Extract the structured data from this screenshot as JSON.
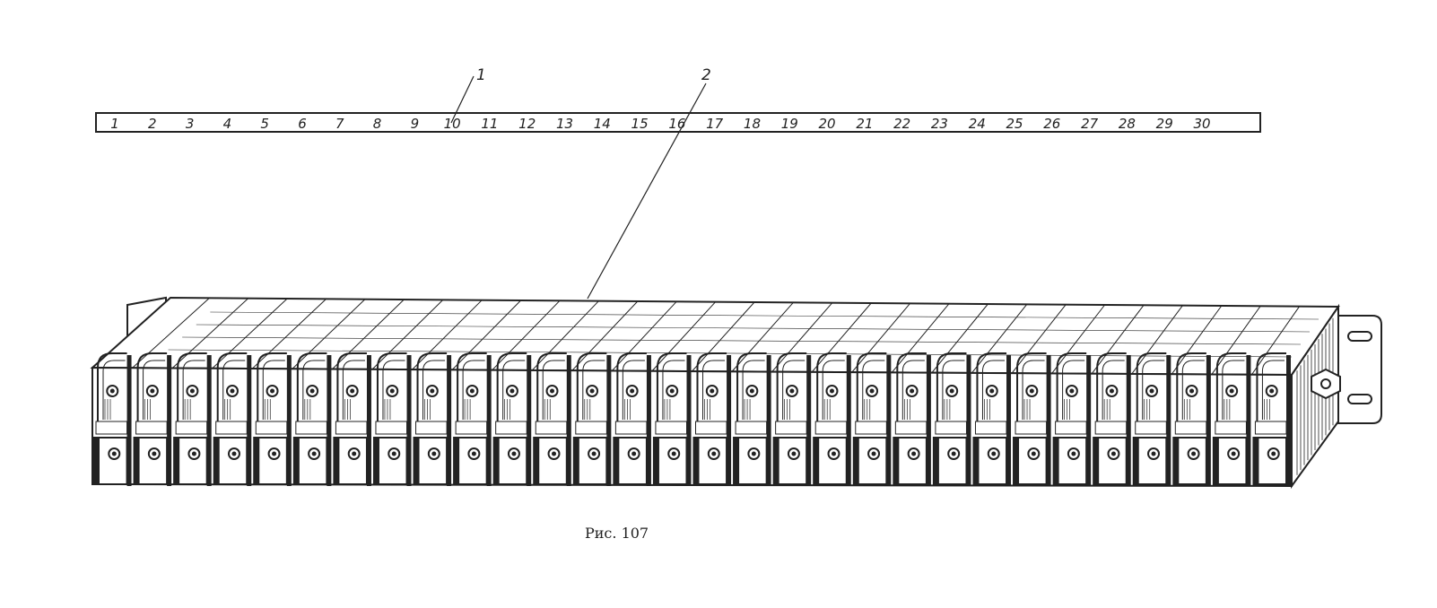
{
  "figure": {
    "caption": "Рис. 107",
    "callouts": [
      "1",
      "2"
    ],
    "strip_labels": [
      "1",
      "2",
      "3",
      "4",
      "5",
      "6",
      "7",
      "8",
      "9",
      "10",
      "11",
      "12",
      "13",
      "14",
      "15",
      "16",
      "17",
      "18",
      "19",
      "20",
      "21",
      "22",
      "23",
      "24",
      "25",
      "26",
      "27",
      "28",
      "29",
      "30"
    ],
    "ink_color": "#222222"
  }
}
